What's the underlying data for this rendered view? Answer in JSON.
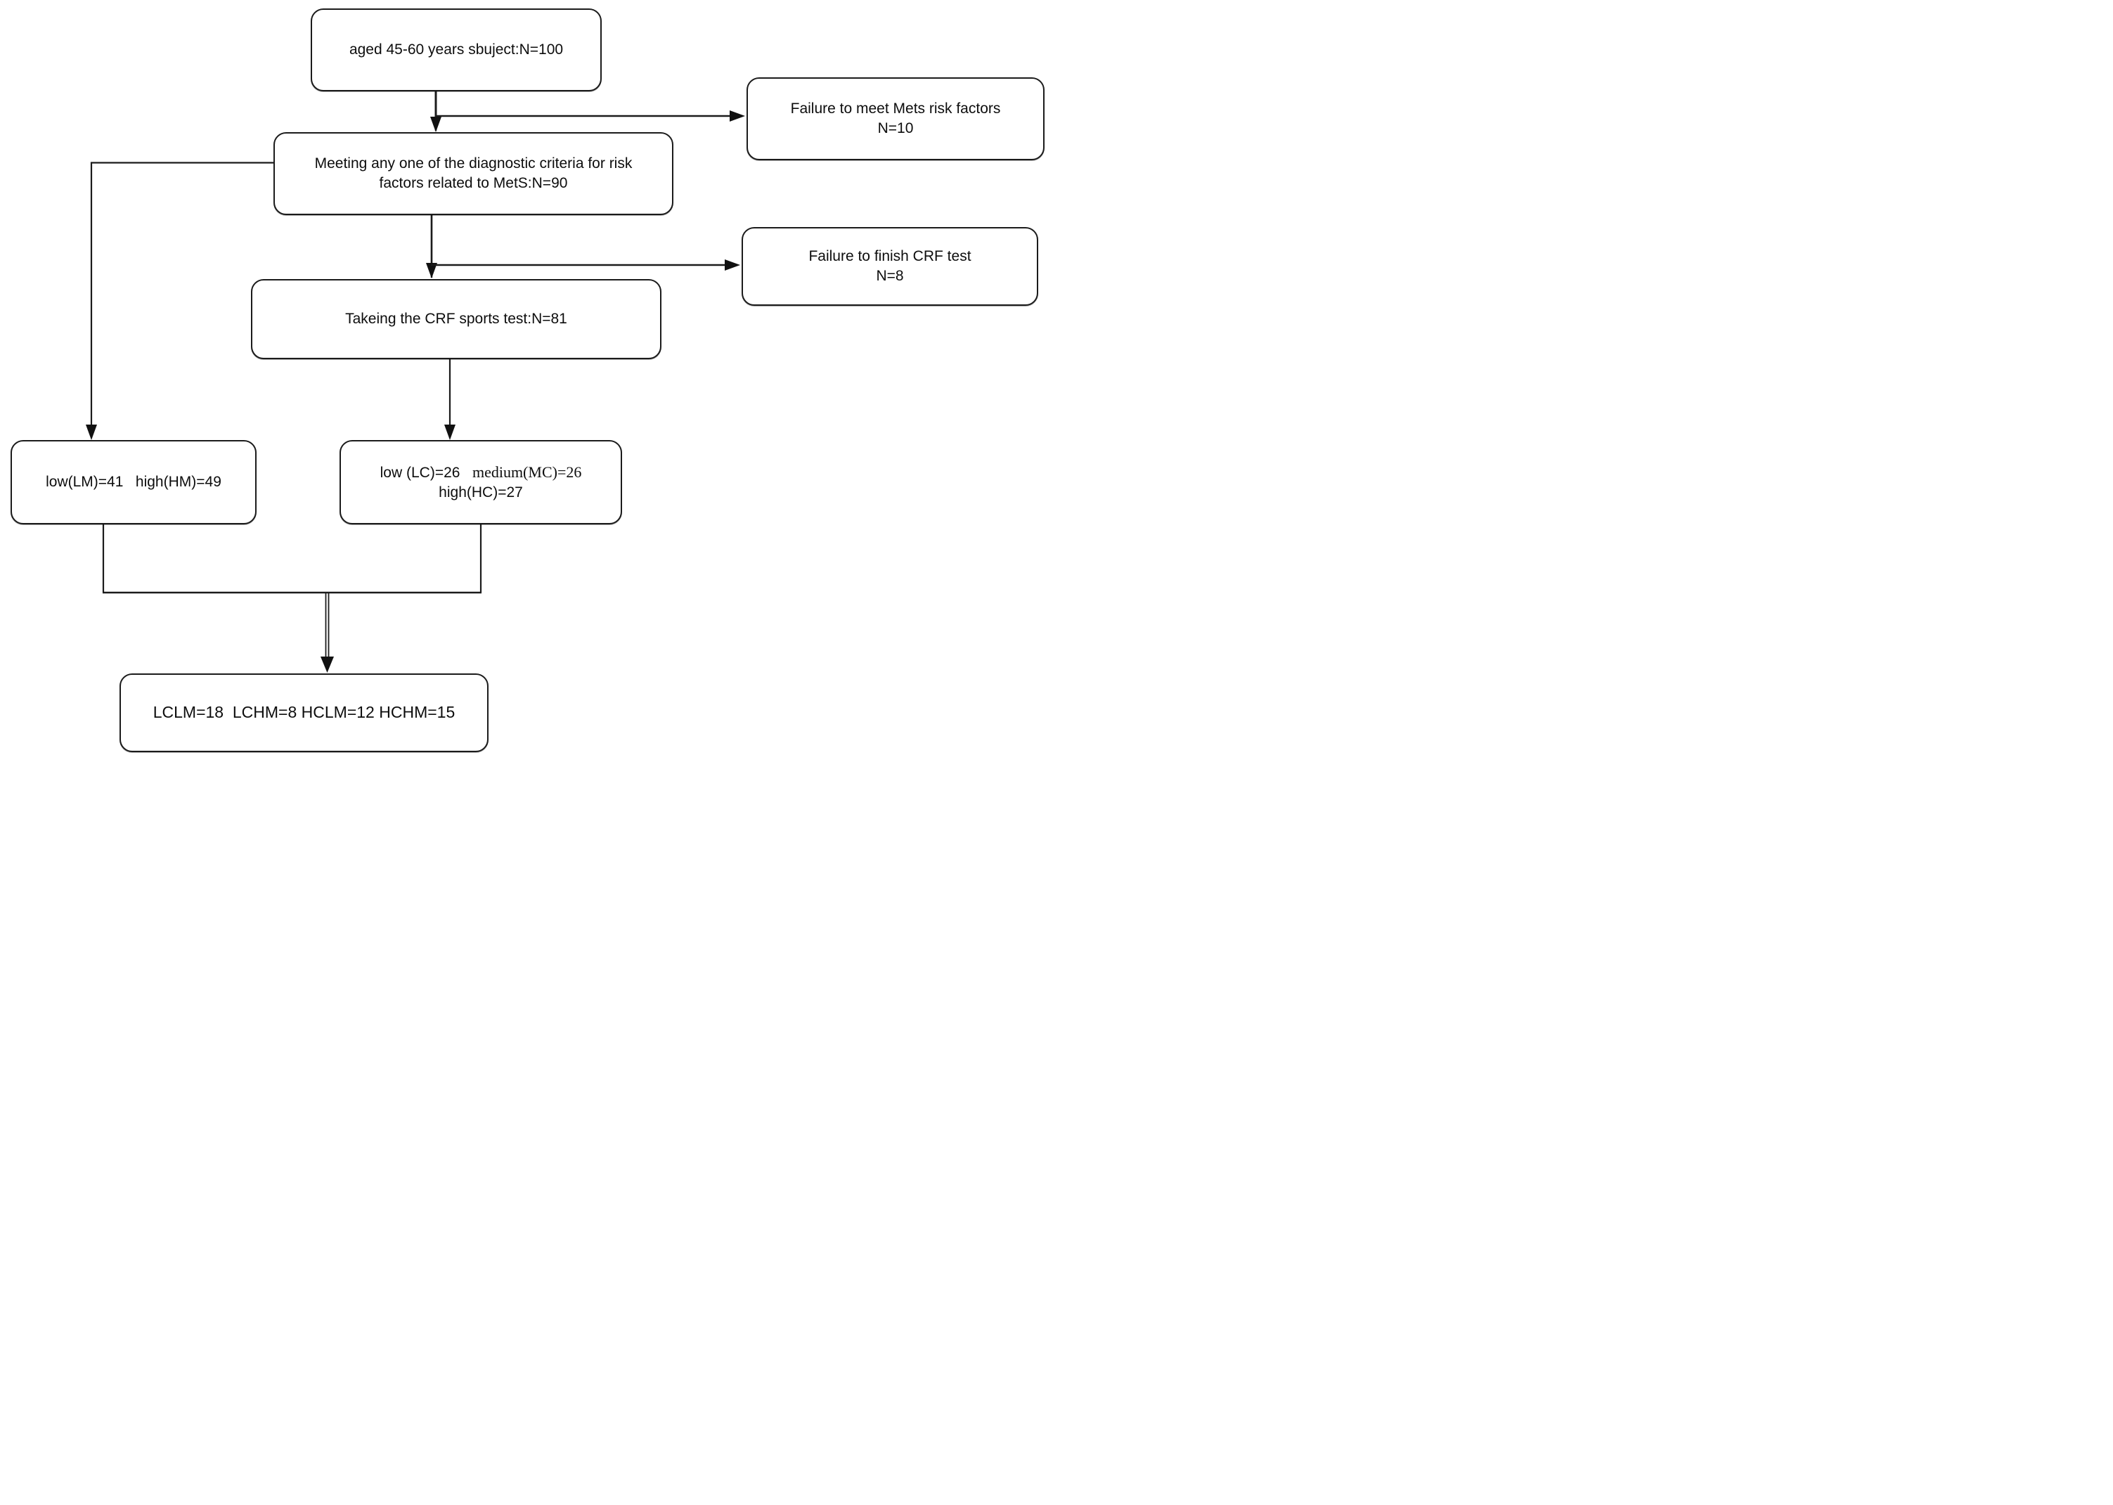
{
  "diagram": {
    "type": "flowchart",
    "background": "#ffffff",
    "line_color": "#1b1b1b",
    "box_border_color": "#1b1b1b",
    "text_color": "#0d0d0d"
  },
  "nodes": {
    "subjects": {
      "text": "aged 45-60 years sbuject:N=100"
    },
    "mets": {
      "line1": "Meeting any one of the diagnostic criteria for risk",
      "line2": "factors related to MetS:N=90"
    },
    "fail_mets": {
      "line1": "Failure to meet Mets risk factors",
      "line2": "N=10"
    },
    "crf": {
      "text": "Takeing the CRF sports test:N=81"
    },
    "fail_crf": {
      "line1": "Failure to finish CRF test",
      "line2": "N=8"
    },
    "lm_hm": {
      "text": "low(LM)=41   high(HM)=49"
    },
    "lc_mc": {
      "part1": "low (LC)=26   ",
      "part2_serif": "medium(MC)=26",
      "line2": "high(HC)=27"
    },
    "final": {
      "text": "LCLM=18  LCHM=8 HCLM=12 HCHM=15"
    }
  },
  "edges": [
    {
      "from": "subjects",
      "to": "mets"
    },
    {
      "from": "subjects",
      "to": "fail_mets"
    },
    {
      "from": "mets",
      "to": "crf"
    },
    {
      "from": "mets",
      "to": "fail_crf"
    },
    {
      "from": "mets",
      "to": "lm_hm"
    },
    {
      "from": "crf",
      "to": "lc_mc"
    },
    {
      "from": "lm_hm",
      "to": "final"
    },
    {
      "from": "lc_mc",
      "to": "final"
    }
  ]
}
